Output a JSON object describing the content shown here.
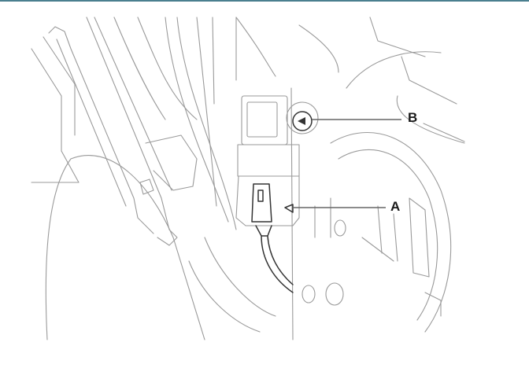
{
  "header": {
    "rule_color": "#4a7f8f"
  },
  "figure": {
    "description": "Line-art service illustration of a sensor with electrical connector and mounting bolt",
    "callouts": [
      {
        "id": "A",
        "label": "A",
        "points_to": "connector"
      },
      {
        "id": "B",
        "label": "B",
        "points_to": "mounting-bolt"
      }
    ]
  }
}
